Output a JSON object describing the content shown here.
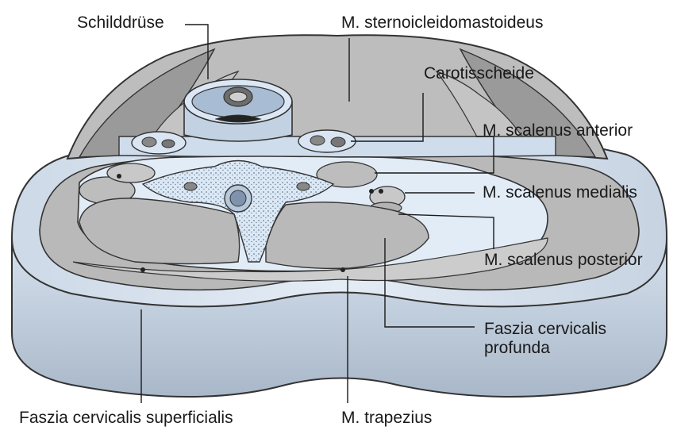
{
  "labels": {
    "thyroid": "Schilddrüse",
    "scm": "M. sternoicleidomastoideus",
    "carotid_sheath": "Carotisscheide",
    "scalenus_anterior": "M. scalenus anterior",
    "scalenus_medialis": "M. scalenus medialis",
    "scalenus_posterior": "M. scalenus posterior",
    "fascia_profunda": "Faszia cervicalis profunda",
    "fascia_superficialis": "Faszia cervicalis superficialis",
    "trapezius": "M. trapezius"
  },
  "colors": {
    "outer_slab": "#c9d6e6",
    "muscle_gray": "#bcbcbc",
    "muscle_dark": "#8e8e8e",
    "fascia_blue": "#dbe8f6",
    "outline": "#333333"
  }
}
